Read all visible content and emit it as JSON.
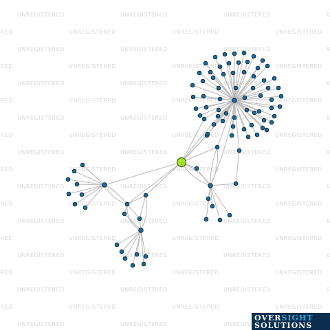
{
  "watermark_text": "UNREGISTERED",
  "logo": {
    "part1": "OVER",
    "part2": "SIGHT",
    "part3": "SOLUTIONS"
  },
  "colors": {
    "focus_node": "#a6e22e",
    "node": "#1f6a99",
    "edge": "#b8b8b8",
    "logo_bg": "#0b2e4f",
    "logo_accent": "#29a9d6"
  }
}
